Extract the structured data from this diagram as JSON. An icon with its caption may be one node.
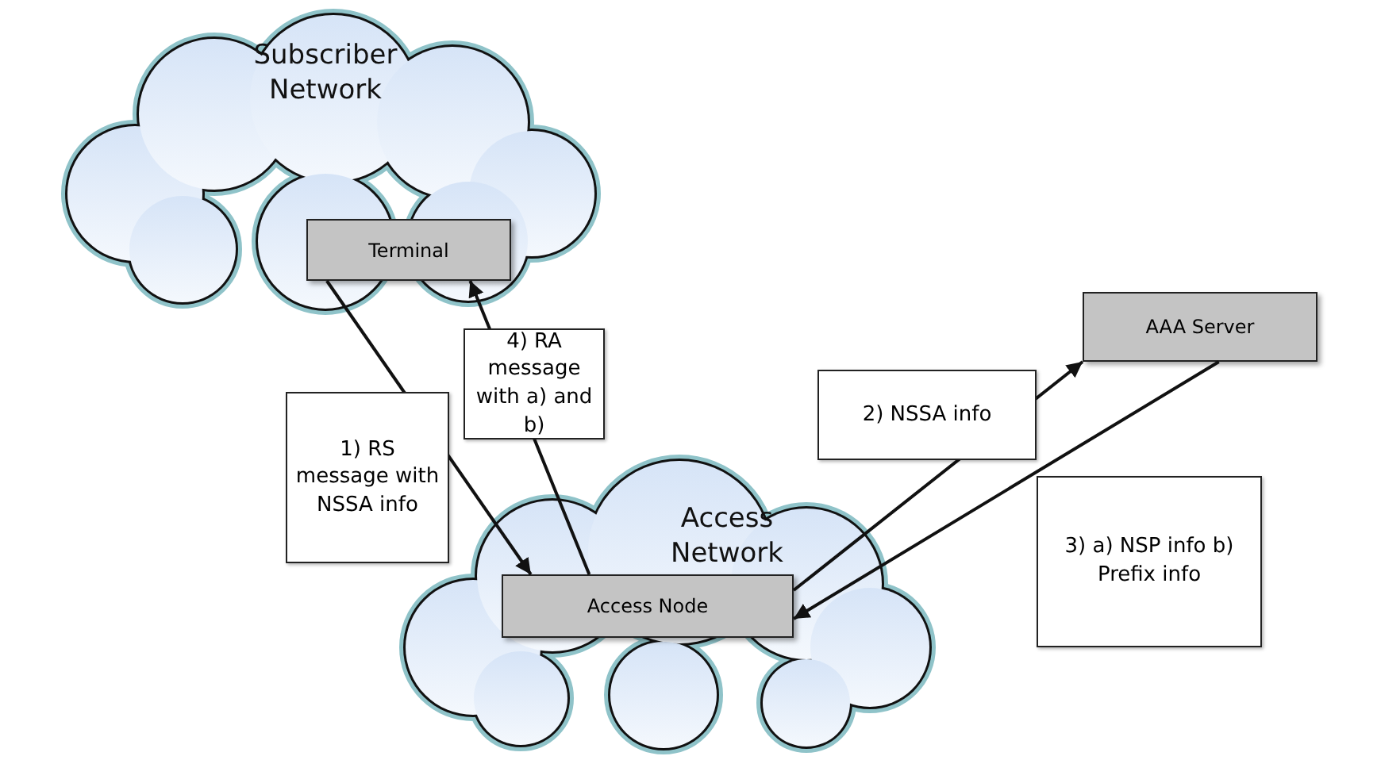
{
  "diagram": {
    "nodes": [
      {
        "text": [
          "Subscriber Network"
        ]
      },
      {
        "text": [
          "Terminal"
        ],
        "in": 0
      },
      {
        "text": [
          "AAA Server"
        ]
      },
      {
        "text": [
          "Access Network"
        ]
      },
      {
        "text": [
          "Access Node"
        ],
        "in": 3
      }
    ],
    "edges": [
      {
        "from": 1,
        "to": 4,
        "arrow": "to",
        "label": "1) RS message with NSSA info"
      },
      {
        "from": 4,
        "to": 1,
        "arrow": "to",
        "label": "4) RA message with a) and b)"
      },
      {
        "from": 4,
        "to": 2,
        "arrow": "to",
        "label": "2) NSSA info"
      },
      {
        "from": 2,
        "to": 4,
        "arrow": "to",
        "label": "3) a) NSP info b) Prefix info"
      }
    ]
  }
}
